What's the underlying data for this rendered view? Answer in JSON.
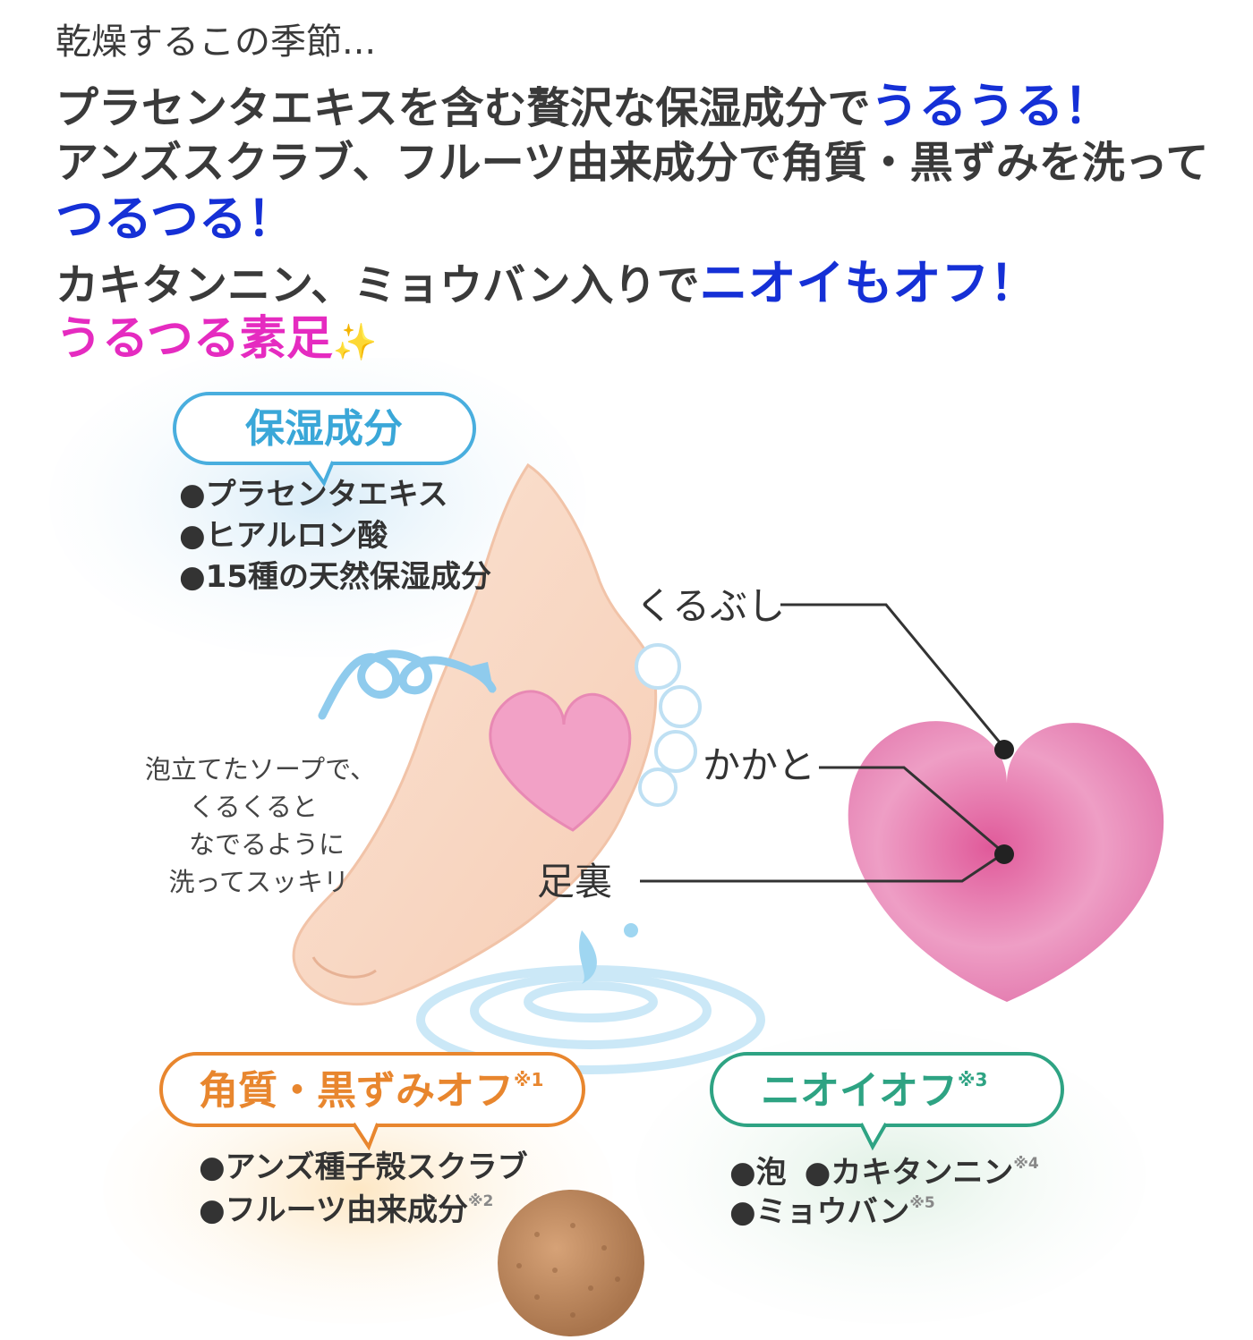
{
  "headlines": {
    "line0": "乾燥するこの季節...",
    "line1_text": "プラセンタエキスを含む贅沢な保湿成分で",
    "line1_em": "うるうる！",
    "line2_text": "アンズスクラブ、フルーツ由来成分で角質・黒ずみを洗って",
    "line3_em": "つるつる！",
    "line4_text": "カキタンニン、ミョウバン入りで",
    "line4_em": "ニオイもオフ！",
    "line5_em": "うるつる素足",
    "sparkle": "✨"
  },
  "diagram": {
    "moist": {
      "title": "保湿成分",
      "items": [
        "●プラセンタエキス",
        "●ヒアルロン酸",
        "●15種の天然保湿成分"
      ]
    },
    "instruction": [
      "泡立てたソープで、",
      "くるくると",
      "なでるように",
      "洗ってスッキリ"
    ],
    "labels": {
      "ankle": "くるぶし",
      "heel": "かかと",
      "sole": "足裏"
    },
    "scrub": {
      "title": "角質・黒ずみオフ",
      "note": "※1",
      "item1": "●アンズ種子殻スクラブ",
      "item2": "●フルーツ由来成分",
      "item2_note": "※2"
    },
    "odor": {
      "title": "ニオイオフ",
      "note": "※3",
      "item1a": "●泡",
      "item1b": "●カキタンニン",
      "item1b_note": "※4",
      "item2": "●ミョウバン",
      "item2_note": "※5"
    }
  },
  "colors": {
    "blue_em": "#1530d6",
    "pink_em": "#e52bc0",
    "moist_title": "#3aa7d8",
    "scrub_title": "#e8862e",
    "odor_title": "#2ea383",
    "heart": "#ec8fb8"
  }
}
